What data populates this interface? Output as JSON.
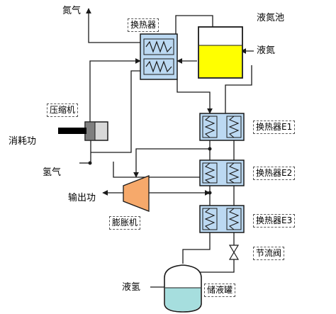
{
  "labels": {
    "nitrogen_out": "氮气",
    "heat_exchanger_main": "换热器",
    "liquid_nitrogen_pool": "液氮池",
    "liquid_nitrogen": "液氮",
    "compressor": "压缩机",
    "power_consumed": "消耗功",
    "hydrogen": "氢气",
    "hx_e1": "换热器E1",
    "hx_e2": "换热器E2",
    "hx_e3": "换热器E3",
    "power_output": "输出功",
    "expander": "膨胀机",
    "throttle_valve": "节流阀",
    "liquid_hydrogen": "液氢",
    "storage_tank": "储液罐"
  },
  "colors": {
    "line": "#1a1a1a",
    "hx_fill": "#bcd9f2",
    "hx_border": "#1a1a1a",
    "nitrogen_liquid": "#ffff00",
    "hydrogen_liquid": "#a6dede",
    "expander_fill": "#f6a96b",
    "compressor_fill": "#d8d8d8",
    "piston": "#000000"
  },
  "icons": [
    "heat-exchanger-coil-icon",
    "compressor-icon",
    "expander-turbine-icon",
    "throttle-valve-icon",
    "storage-tank-icon",
    "arrow-icon"
  ]
}
